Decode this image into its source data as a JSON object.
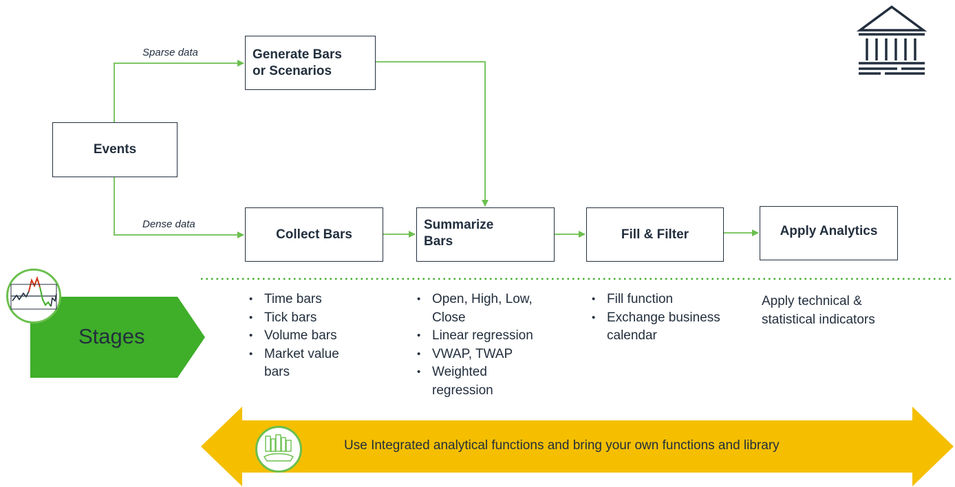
{
  "nodes": {
    "events": "Events",
    "generate": [
      "Generate Bars",
      "or Scenarios"
    ],
    "collect": "Collect Bars",
    "summarize": [
      "Summarize",
      "Bars"
    ],
    "fill": "Fill & Filter",
    "apply": "Apply Analytics"
  },
  "edges": {
    "sparse": "Sparse data",
    "dense": "Dense data"
  },
  "stages_label": "Stages",
  "stage_details": {
    "collect": [
      "Time bars",
      "Tick bars",
      "Volume bars",
      "Market value bars"
    ],
    "summarize": [
      "Open, High, Low, Close",
      "Linear regression",
      "VWAP, TWAP",
      "Weighted regression"
    ],
    "fill": [
      "Fill function",
      "Exchange business calendar"
    ],
    "apply": "Apply technical & statistical indicators"
  },
  "banner_text": "Use Integrated analytical functions and bring your own functions and library",
  "icons": {
    "top_right": "bank-building-icon",
    "stages": "price-chart-icon",
    "banner": "library-icon"
  },
  "colors": {
    "arrow_green": "#6bbf4e",
    "stages_green": "#3fae29",
    "banner_yellow": "#f5bf00",
    "text_dark": "#232f3e"
  }
}
